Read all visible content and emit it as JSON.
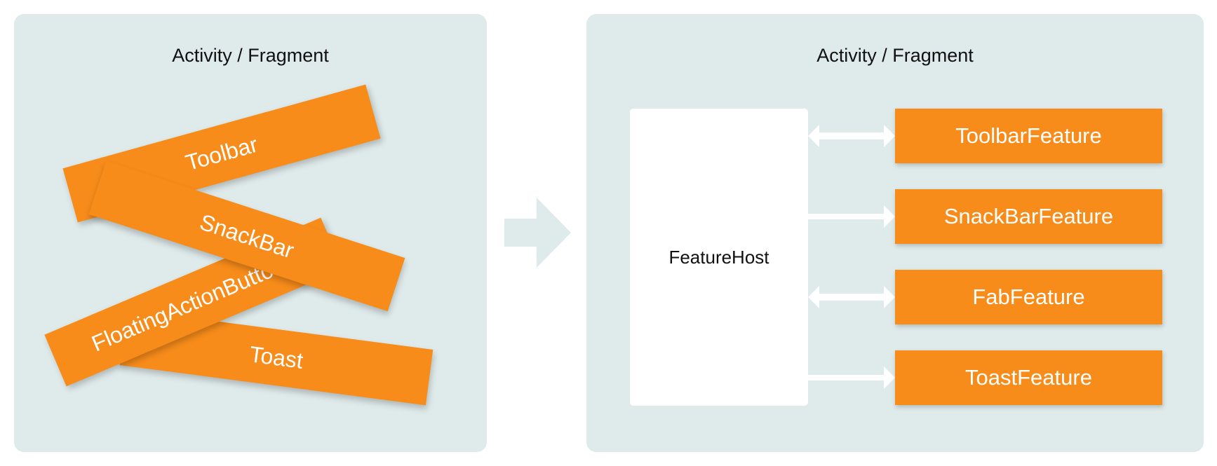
{
  "left_panel": {
    "title": "Activity / Fragment",
    "components": {
      "toolbar": "Toolbar",
      "snackbar": "SnackBar",
      "fab": "FloatingActionButton",
      "toast": "Toast"
    }
  },
  "right_panel": {
    "title": "Activity / Fragment",
    "host": "FeatureHost",
    "features": [
      {
        "label": "ToolbarFeature",
        "connection": "bidirectional"
      },
      {
        "label": "SnackBarFeature",
        "connection": "one-way"
      },
      {
        "label": "FabFeature",
        "connection": "bidirectional"
      },
      {
        "label": "ToastFeature",
        "connection": "one-way"
      }
    ]
  },
  "colors": {
    "panel_background": "#dfeaea",
    "component_orange": "#f78c1a",
    "host_background": "#ffffff",
    "arrow_white": "#ffffff",
    "transition_arrow": "#dfeaea"
  },
  "icons": {
    "transition": "arrow-right-icon",
    "bidirectional": "double-arrow-icon",
    "one_way": "arrow-right-icon"
  }
}
